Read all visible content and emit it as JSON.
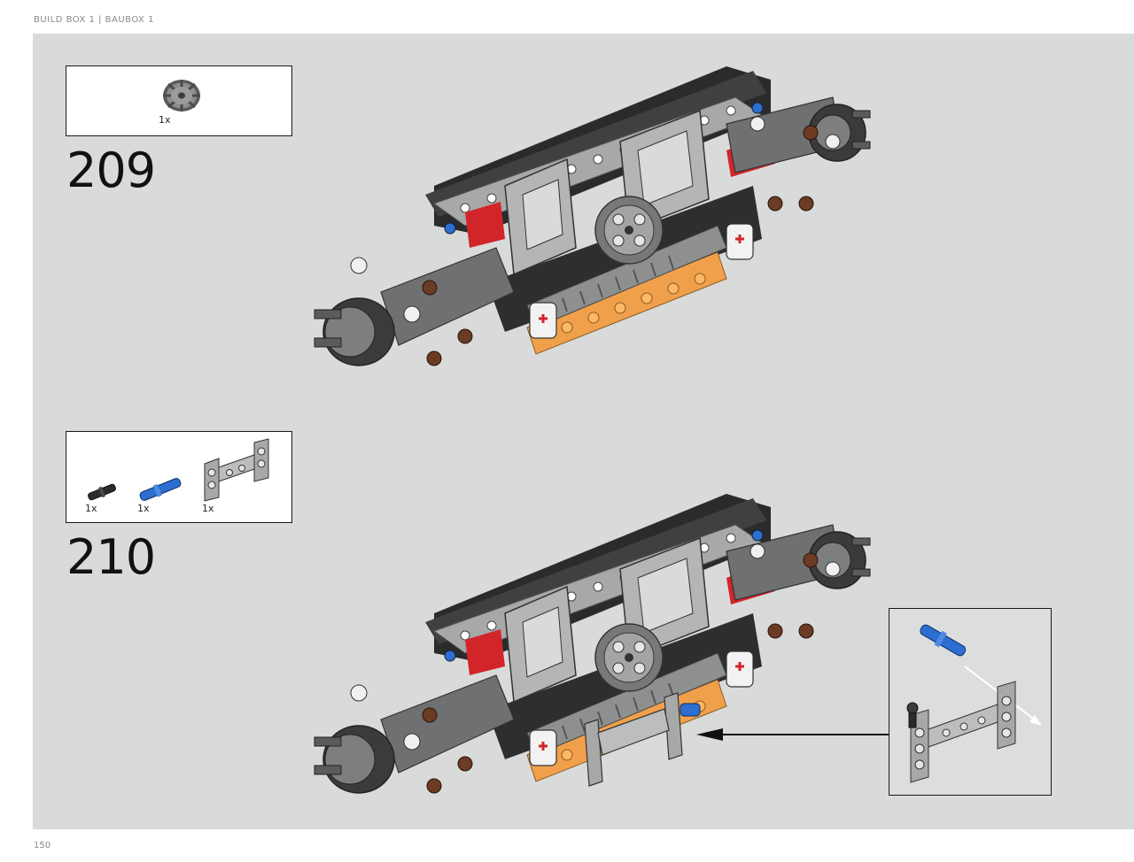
{
  "header": {
    "label": "BUILD BOX 1  |  BAUBOX 1"
  },
  "page": {
    "number": "150"
  },
  "steps": [
    {
      "number": "209",
      "parts": [
        {
          "icon": "gear-icon",
          "qty": "1x"
        }
      ]
    },
    {
      "number": "210",
      "parts": [
        {
          "icon": "black-pin-icon",
          "qty": "1x"
        },
        {
          "icon": "blue-axle-pin-icon",
          "qty": "1x"
        },
        {
          "icon": "h-frame-beam-icon",
          "qty": "1x"
        }
      ]
    }
  ],
  "colors": {
    "background_panel": "#d9dbda",
    "light_gray": "#a9abaa",
    "dark_gray": "#3a3b3c",
    "black": "#1d1d1f",
    "red": "#d2252a",
    "orange": "#f0a04b",
    "blue": "#2c6fd1",
    "brown": "#6b3b24"
  }
}
